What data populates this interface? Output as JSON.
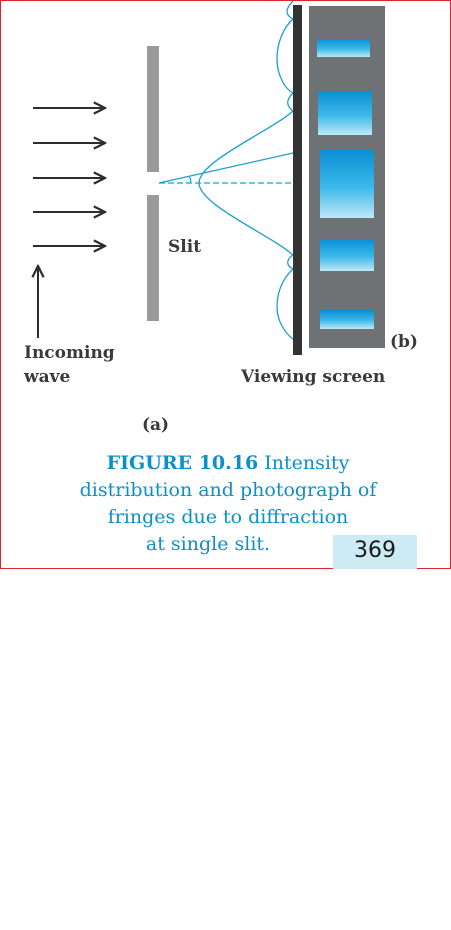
{
  "labels": {
    "slit": "Slit",
    "incoming_line1": "Incoming",
    "incoming_line2": "wave",
    "viewing_screen": "Viewing screen",
    "part_a": "(a)",
    "part_b": "(b)"
  },
  "caption": {
    "figure": "FIGURE 10.16",
    "line1_rest": " Intensity",
    "line2": "distribution and photograph of",
    "line3": "fringes due to diffraction",
    "line4": "at single slit."
  },
  "page_number": "369",
  "colors": {
    "border": "#d9252e",
    "caption": "#0d8fc7",
    "curve": "#1a9fd0",
    "photo_bg": "#6f7274",
    "fringe": "#129ad8",
    "slit_bar": "#9a9a9a",
    "screen_bar": "#333333",
    "arrow": "#2d2d2d",
    "page_box": "#cdebf4"
  }
}
